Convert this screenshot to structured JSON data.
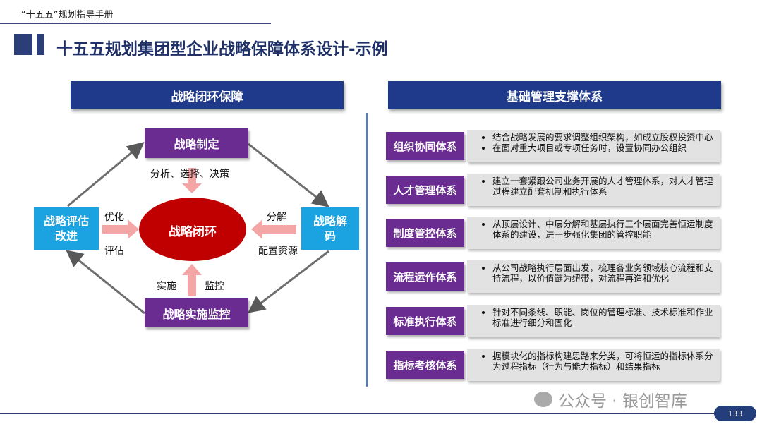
{
  "header": {
    "doc_title": "“十五五”规划指导手册",
    "page_title": "十五五规划集团型企业战略保障体系设计-示例",
    "page_number": "133"
  },
  "left": {
    "title": "战略闭环保障",
    "center": "战略闭环",
    "top": "战略制定",
    "left": "战略评估改进",
    "right": "战略解码",
    "bottom": "战略实施监控",
    "labels": {
      "top": "分析、选择、决策",
      "left_top": "优化",
      "left_bottom": "评估",
      "right_top": "分解",
      "right_bottom": "配置资源",
      "bottom_left": "实施",
      "bottom_right": "监控"
    }
  },
  "right": {
    "title": "基础管理支撑体系",
    "rows": [
      {
        "label": "组织协同体系",
        "bullets": [
          "结合战略发展的要求调整组织架构，如成立股权投资中心",
          "在面对重大项目或专项任务时，设置协同办公组织"
        ]
      },
      {
        "label": "人才管理体系",
        "bullets": [
          "建立一套紧跟公司业务开展的人才管理体系，对人才管理过程建立配套机制和执行体系"
        ]
      },
      {
        "label": "制度管控体系",
        "bullets": [
          "从顶层设计、中层分解和基层执行三个层面完善恒运制度体系的建设，进一步强化集团的管控职能"
        ]
      },
      {
        "label": "流程运作体系",
        "bullets": [
          "从公司战略执行层面出发，梳理各业务领域核心流程和支持流程，以价值链为纽带，对流程再造和优化"
        ]
      },
      {
        "label": "标准执行体系",
        "bullets": [
          "针对不同条线、职能、岗位的管理标准、技术标准和作业标准进行细分和固化"
        ]
      },
      {
        "label": "指标考核体系",
        "bullets": [
          "据模块化的指标构建思路来分类，可将恒运的指标体系分为过程指标（行为与能力指标）和结果指标"
        ]
      }
    ]
  },
  "watermark": "公众号 · 银创智库"
}
